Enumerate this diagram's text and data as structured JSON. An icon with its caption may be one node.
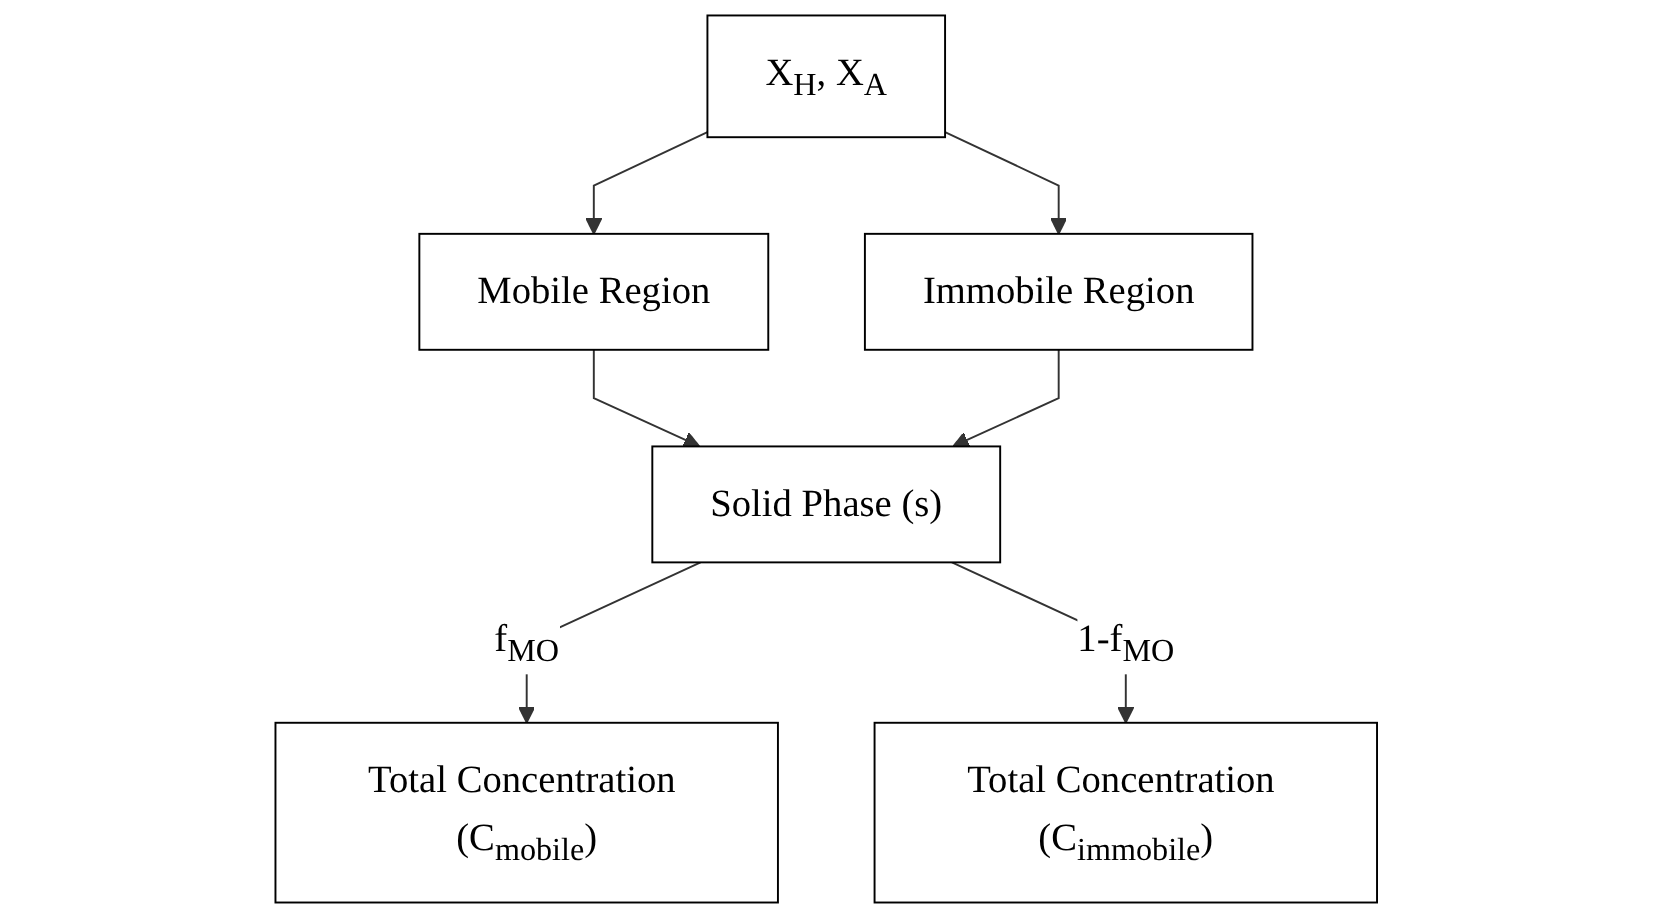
{
  "diagram": {
    "nodes": [
      {
        "text": [
          "X$_{H}$, X$_{A}$"
        ]
      },
      {
        "text": [
          "Mobile Region"
        ]
      },
      {
        "text": [
          "Immobile Region"
        ]
      },
      {
        "text": [
          "Total Concentration (C$_{mobile}$)"
        ]
      },
      {
        "text": [
          "Solid Phase (s)"
        ]
      },
      {
        "text": [
          "Total Concentration (C$_{immobile}$)"
        ]
      }
    ],
    "edges": [
      {
        "from": 0,
        "to": 1,
        "arrow": "to"
      },
      {
        "from": 0,
        "to": 2,
        "arrow": "to"
      },
      {
        "from": 1,
        "to": 4,
        "arrow": "to"
      },
      {
        "from": 2,
        "to": 4,
        "arrow": "to"
      },
      {
        "from": 4,
        "to": 3,
        "arrow": "to",
        "label": "f$_{MO}$"
      },
      {
        "from": 4,
        "to": 5,
        "arrow": "to",
        "label": "1-f$_{MO}$"
      }
    ]
  }
}
